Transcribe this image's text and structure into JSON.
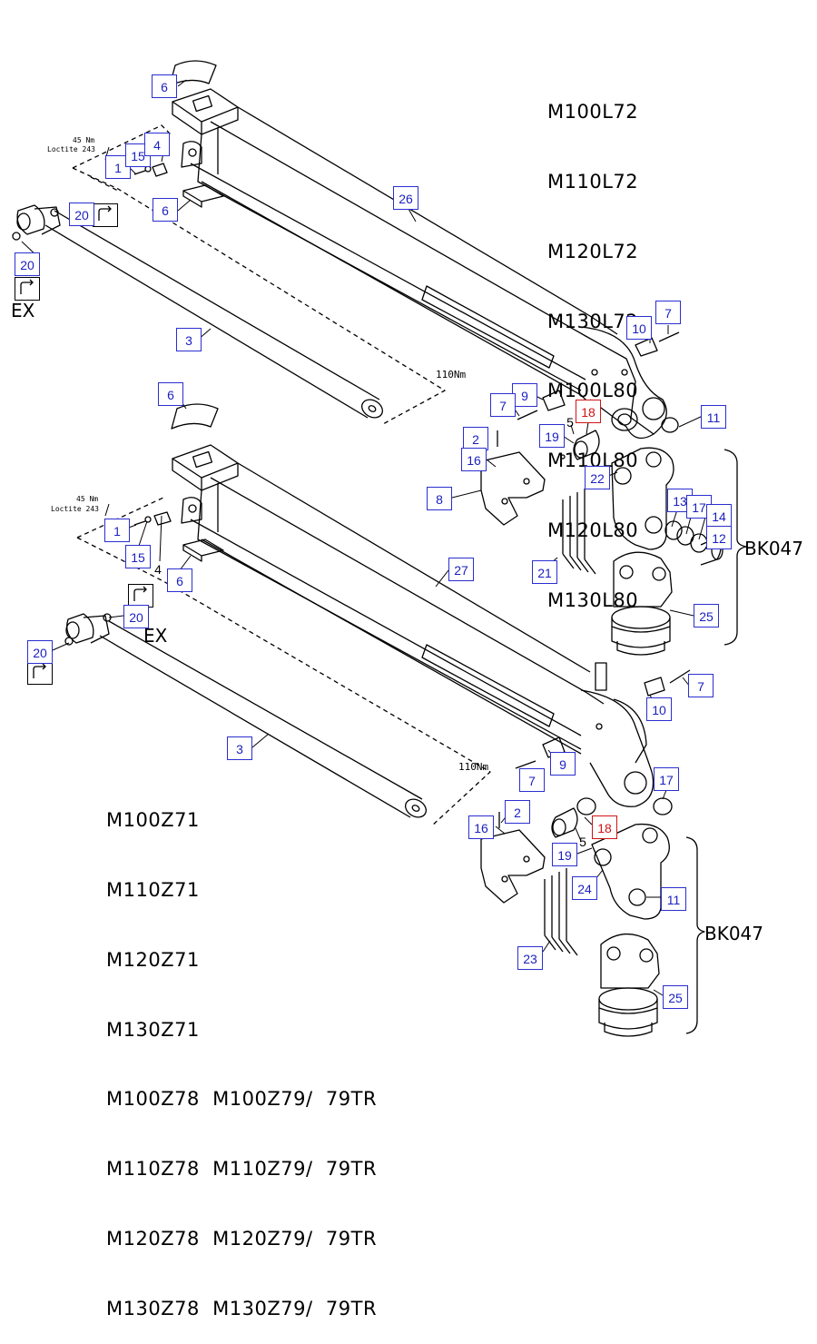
{
  "models_top": [
    "M100L72",
    "M110L72",
    "M120L72",
    "M130L72",
    "M100L80",
    "M110L80",
    "M120L80",
    "M130L80"
  ],
  "models_bottom": [
    "M100Z71",
    "M110Z71",
    "M120Z71",
    "M130Z71",
    "M100Z78  M100Z79/  79TR",
    "M110Z78  M110Z79/  79TR",
    "M120Z78  M120Z79/  79TR",
    "M130Z78  M130Z79/  79TR"
  ],
  "group_label": "BK047",
  "ex_label": "EX",
  "torque_note": "45 Nm",
  "loctite_note": "Loctite 243",
  "torque_110": "110Nm",
  "icon_names": [
    "angle-fitting-icon"
  ],
  "highlight_color": "#d01515",
  "callout_color": "#1a1fc0",
  "callouts": [
    "6",
    "1",
    "15",
    "4",
    "6",
    "26",
    "20",
    "20",
    "3",
    "7",
    "10",
    "9",
    "7",
    "18",
    "5",
    "19",
    "2",
    "16",
    "8",
    "22",
    "11",
    "13",
    "17",
    "14",
    "12",
    "21",
    "25",
    "6",
    "1",
    "15",
    "4",
    "6",
    "27",
    "20",
    "20",
    "3",
    "7",
    "10",
    "9",
    "7",
    "17",
    "2",
    "16",
    "5",
    "18",
    "19",
    "24",
    "11",
    "23",
    "25"
  ]
}
